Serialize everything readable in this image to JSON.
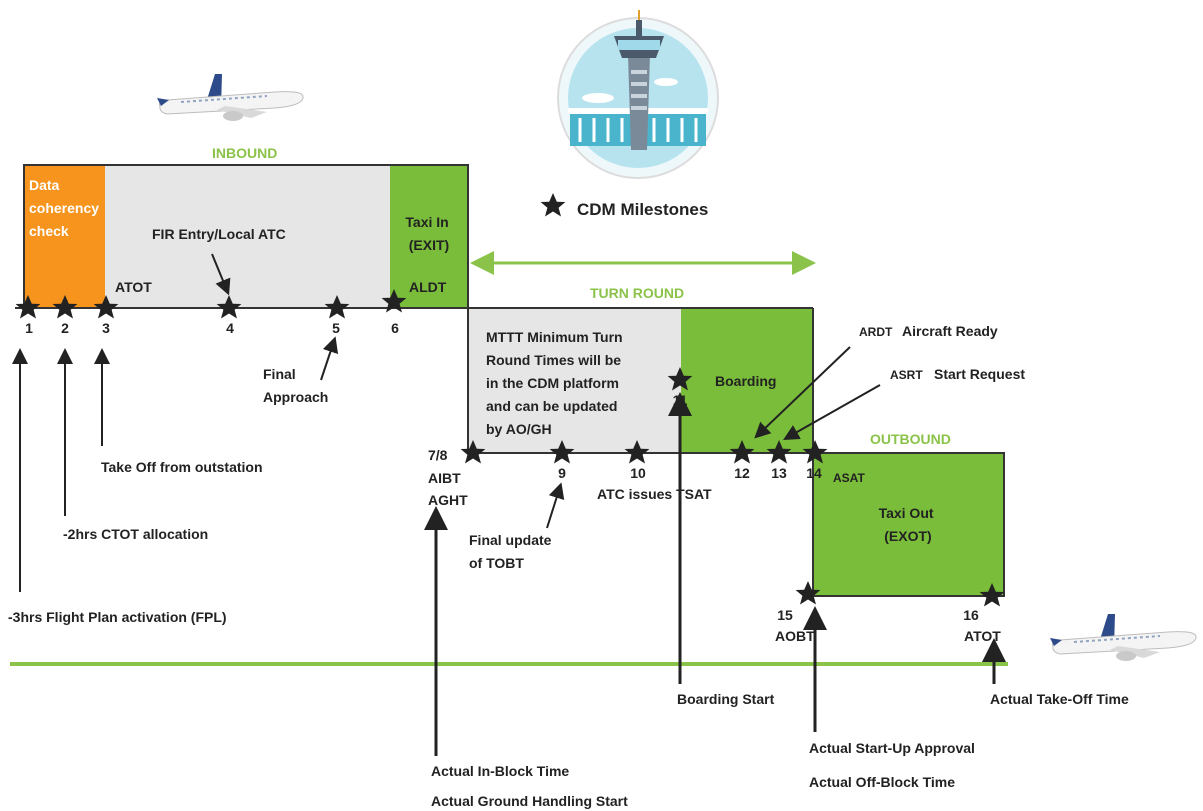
{
  "colors": {
    "orange": "#f7941d",
    "green": "#79bd3a",
    "light_green": "#8bc34a",
    "grey": "#e6e6e6",
    "line": "#333333",
    "star": "#222222",
    "tower_ring": "#9fd9ea",
    "tower_fill": "#4ab4cc"
  },
  "legend": {
    "label": "CDM Milestones",
    "icon": "star-icon"
  },
  "phases": {
    "inbound": "INBOUND",
    "turn_round": "TURN ROUND",
    "outbound": "OUTBOUND"
  },
  "boxes": {
    "data_coherency": [
      "Data",
      "coherency",
      "check"
    ],
    "fir_entry": "FIR Entry/Local ATC",
    "taxi_in": [
      "Taxi In",
      "(EXIT)"
    ],
    "mttt": [
      "MTTT Minimum Turn",
      "Round Times will be",
      "in the CDM platform",
      "and can be updated",
      "by AO/GH"
    ],
    "boarding": "Boarding",
    "taxi_out": [
      "Taxi Out",
      "(EXOT)"
    ]
  },
  "milestones": {
    "m1": "1",
    "m2": "2",
    "m3": "3",
    "m4": "4",
    "m5": "5",
    "m6": "6",
    "m7_8": "7/8",
    "m9": "9",
    "m10": "10",
    "m11": "11",
    "m12": "12",
    "m13": "13",
    "m14": "14",
    "m15": "15",
    "m16": "16"
  },
  "codes": {
    "atot_top": "ATOT",
    "aldt": "ALDT",
    "aibt": "AIBT",
    "aght": "AGHT",
    "asat": "ASAT",
    "aobt": "AOBT",
    "atot_bottom": "ATOT",
    "ardt": "ARDT",
    "asrt": "ASRT"
  },
  "annotations": {
    "final_approach": [
      "Final",
      "Approach"
    ],
    "take_off_outstation": "Take Off from outstation",
    "ctot": "-2hrs CTOT allocation",
    "fpl": "-3hrs Flight Plan activation (FPL)",
    "aircraft_ready": "Aircraft Ready",
    "start_request": "Start Request",
    "final_update_tobt": [
      "Final update",
      "of TOBT"
    ],
    "atc_tsat": "ATC issues TSAT",
    "boarding_start": "Boarding Start",
    "actual_take_off": "Actual Take-Off Time",
    "in_block": "Actual In-Block Time",
    "ground_handling": "Actual Ground Handling Start",
    "start_up_approval": "Actual Start-Up Approval",
    "off_block": "Actual Off-Block Time"
  }
}
